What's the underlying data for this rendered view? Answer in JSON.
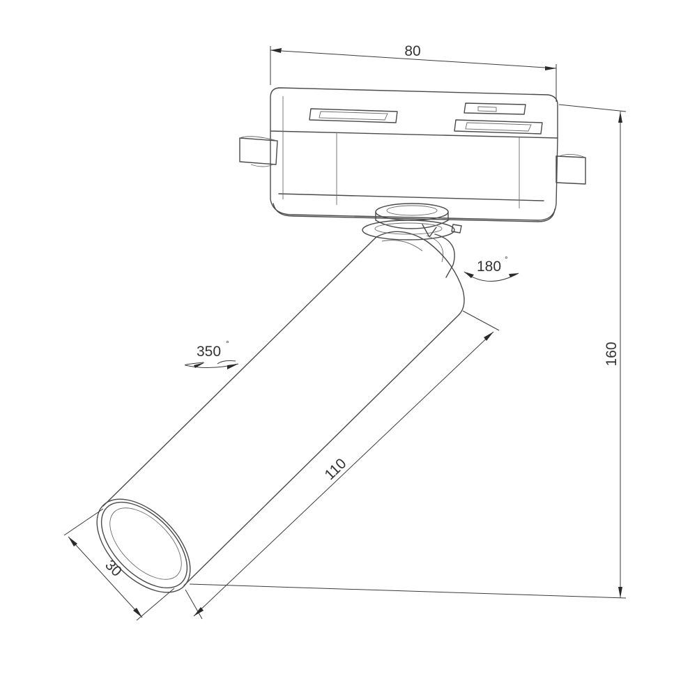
{
  "dimensions": {
    "width": "80",
    "height": "160",
    "length": "110",
    "diameter": "30"
  },
  "rotations": {
    "tilt": "180",
    "swivel": "350",
    "degree_symbol": "°"
  }
}
